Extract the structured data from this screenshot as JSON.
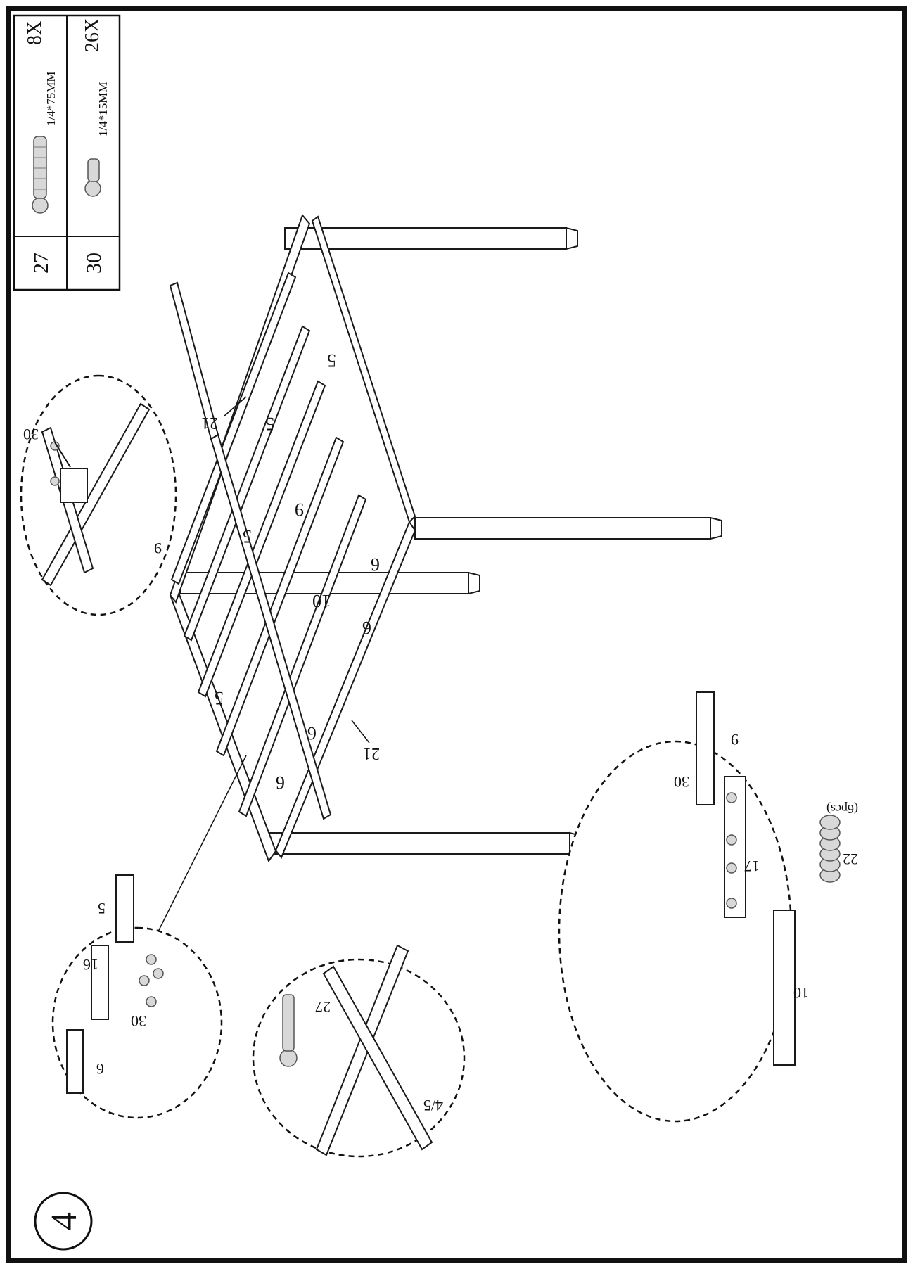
{
  "step": {
    "number": "4"
  },
  "parts_table": {
    "rows": [
      {
        "id": "27",
        "size": "1/4*75MM",
        "qty": "8X",
        "icon": "long-bolt-icon"
      },
      {
        "id": "30",
        "size": "1/4*15MM",
        "qty": "26X",
        "icon": "short-bolt-icon"
      }
    ]
  },
  "frame_labels": {
    "rail_5a": "5",
    "rail_5b": "5",
    "rail_5c": "5",
    "rail_5d": "5",
    "rail_6a": "6",
    "rail_6b": "6",
    "rail_6c": "6",
    "rail_6d": "6",
    "center_9": "9",
    "center_10": "10",
    "bracket_21a": "21",
    "bracket_21b": "21"
  },
  "detail_top": {
    "bolt": "30",
    "rail": "9"
  },
  "detail_left": {
    "rail_left": "6",
    "connector": "16",
    "rail_right": "5",
    "bolt": "30"
  },
  "detail_bolt": {
    "bolt": "27",
    "rail": "4/5"
  },
  "detail_bottom": {
    "bolt": "30",
    "rail_top": "9",
    "connector": "17",
    "rail_bottom": "10",
    "pads": "22",
    "pads_qty": "(6pcs)"
  },
  "colors": {
    "line": "#111111",
    "background": "#ffffff",
    "hardware": "#d8d8d8"
  }
}
